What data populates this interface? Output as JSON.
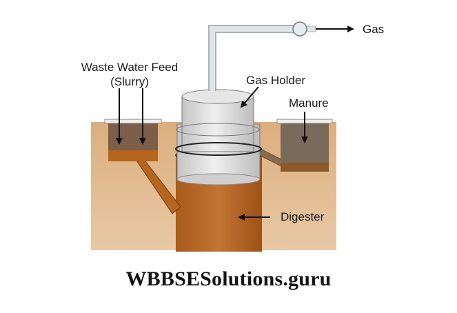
{
  "labels": {
    "gas": "Gas",
    "feed_line1": "Waste Water Feed",
    "feed_line2": "(Slurry)",
    "gas_holder": "Gas Holder",
    "manure": "Manure",
    "digester": "Digester"
  },
  "watermark": "WBBSESolutions.guru",
  "colors": {
    "soil": "#d7a777",
    "digester": "#b5651d",
    "holder": "#d6d6d6",
    "pipe": "#cfd6d8",
    "manure_pit": "#7a6a5c"
  }
}
